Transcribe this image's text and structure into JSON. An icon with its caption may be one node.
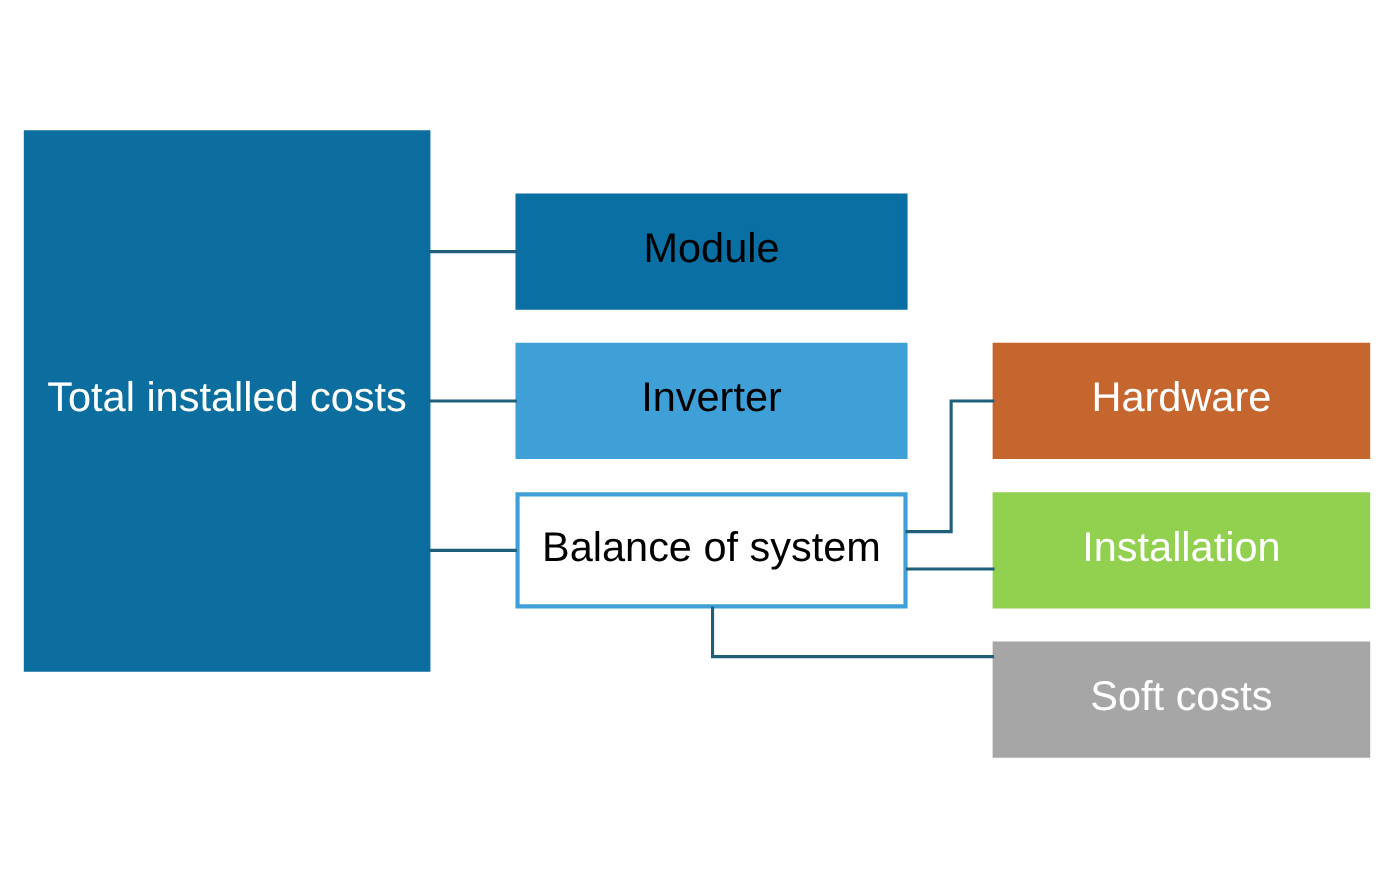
{
  "diagram": {
    "nodes": [
      {
        "text": [
          "Total installed costs"
        ]
      },
      {
        "text": [
          "Module"
        ]
      },
      {
        "text": [
          "Inverter"
        ]
      },
      {
        "text": [
          "Balance of system"
        ]
      },
      {
        "text": [
          "Hardware"
        ]
      },
      {
        "text": [
          "Installation"
        ]
      },
      {
        "text": [
          "Soft costs"
        ]
      }
    ],
    "edges": [
      {
        "from": 0,
        "to": 1,
        "arrow": "none"
      },
      {
        "from": 0,
        "to": 2,
        "arrow": "none"
      },
      {
        "from": 0,
        "to": 3,
        "arrow": "none"
      },
      {
        "from": 3,
        "to": 4,
        "arrow": "none"
      },
      {
        "from": 3,
        "to": 5,
        "arrow": "none"
      },
      {
        "from": 3,
        "to": 6,
        "arrow": "none"
      }
    ]
  }
}
